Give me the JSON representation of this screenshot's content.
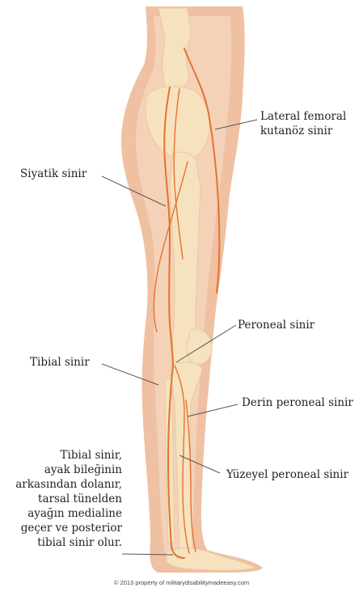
{
  "labels": {
    "lateral_femoral": [
      "Lateral femoral",
      "kutanöz sinir"
    ],
    "sciatic": "Siyatik sinir",
    "peroneal": "Peroneal sinir",
    "tibial": "Tibial sinir",
    "deep_peroneal": "Derin peroneal sinir",
    "superficial_peroneal": "Yüzeyel peroneal sinir",
    "tibial_note": [
      "Tibial sinir,",
      "ayak bileğinin",
      "arkasından dolanır,",
      "tarsal tünelden",
      "ayağın medialine",
      "geçer ve posterior",
      "tibial sinir olur."
    ]
  },
  "copyright": "© 2013 property of militarydisabilitymadeeasy.com",
  "colors": {
    "skin_outer": "#efc0a2",
    "skin_inner": "#f4d2b8",
    "bone": "#f6e2bf",
    "bone_edge": "#e8c9a0",
    "nerve": "#e5722e",
    "leader": "#555555"
  }
}
